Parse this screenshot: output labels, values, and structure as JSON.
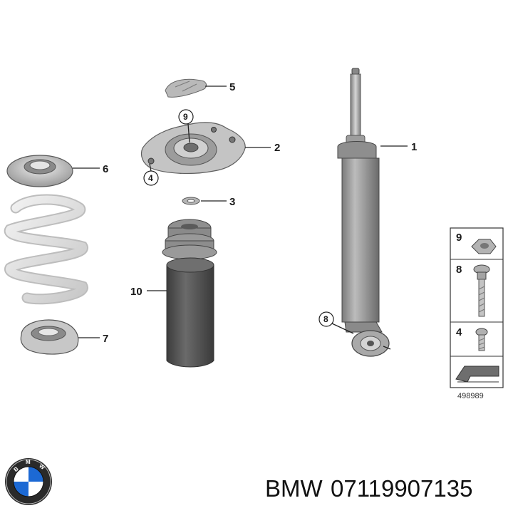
{
  "callouts": {
    "c1": "1",
    "c2": "2",
    "c3": "3",
    "c4": "4",
    "c5": "5",
    "c6": "6",
    "c7": "7",
    "c8": "8",
    "c9": "9",
    "c10": "10"
  },
  "legend": {
    "items": [
      {
        "number": "9",
        "part": "nut"
      },
      {
        "number": "8",
        "part": "bolt"
      },
      {
        "number": "4",
        "part": "screw"
      }
    ],
    "diagram_id": "498989"
  },
  "caption": {
    "brand": "BMW",
    "part_number": "07119907135"
  },
  "colors": {
    "part_light": "#d9d9d9",
    "part_mid": "#a6a6a6",
    "part_dark": "#5e5e5e",
    "bumper": "#4a4a4a",
    "bmw_blue": "#1c69d4"
  }
}
